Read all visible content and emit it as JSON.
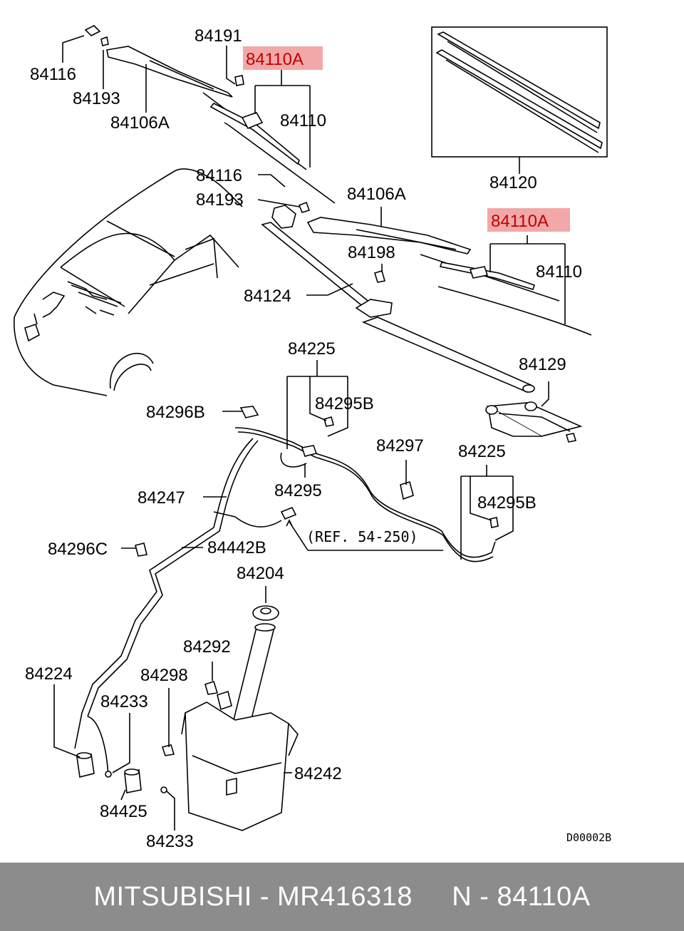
{
  "diagram": {
    "labels": {
      "l84116a": "84116",
      "l84193a": "84193",
      "l84106Aa": "84106A",
      "l84191": "84191",
      "l84110Aa": "84110A",
      "l84110a": "84110",
      "l84120": "84120",
      "l84116b": "84116",
      "l84193b": "84193",
      "l84106Ab": "84106A",
      "l84110Ab": "84110A",
      "l84198": "84198",
      "l84110b": "84110",
      "l84124": "84124",
      "l84225a": "84225",
      "l84295Ba": "84295B",
      "l84129": "84129",
      "l84296B": "84296B",
      "l84297": "84297",
      "l84225b": "84225",
      "l84295": "84295",
      "l84247": "84247",
      "l84295Bb": "84295B",
      "ref": "(REF. 54-250)",
      "l84296C": "84296C",
      "l84442B": "84442B",
      "l84204": "84204",
      "l84292": "84292",
      "l84224": "84224",
      "l84298": "84298",
      "l84233a": "84233",
      "l84242": "84242",
      "l84425": "84425",
      "l84233b": "84233",
      "code": "D00002B"
    },
    "highlight_color": "#f2a8a8",
    "highlight_text_color": "#c00000"
  },
  "footer": {
    "text": "MITSUBISHI - MR416318     N - 84110A",
    "background": "#8c8c8c"
  }
}
